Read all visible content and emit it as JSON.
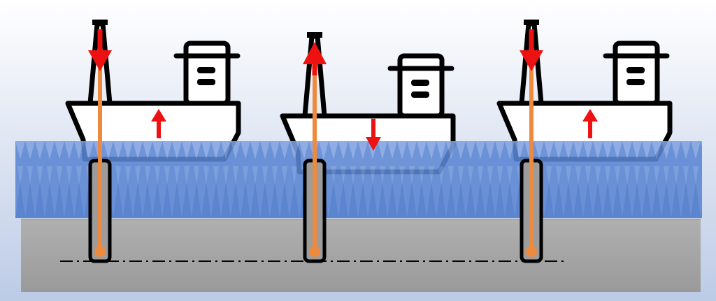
{
  "diagram": {
    "colors": {
      "sky_top": "#ffffff",
      "sky_bottom": "#bccbe6",
      "water": "#5b86d3",
      "water_dark": "#3f6fc4",
      "seabed": "#a3a3a3",
      "hull_fill": "#ffffff",
      "outline": "#000000",
      "drill_string": "#ee8a3e",
      "arrow": "#ee1111"
    },
    "vessels": [
      {
        "label": "",
        "heave": "up",
        "drill_string_motion": "down"
      },
      {
        "label": "",
        "heave": "down",
        "drill_string_motion": "up"
      },
      {
        "label": "",
        "heave": "up",
        "drill_string_motion": "down"
      }
    ],
    "reference_line": {
      "style": "dash-dot"
    }
  }
}
